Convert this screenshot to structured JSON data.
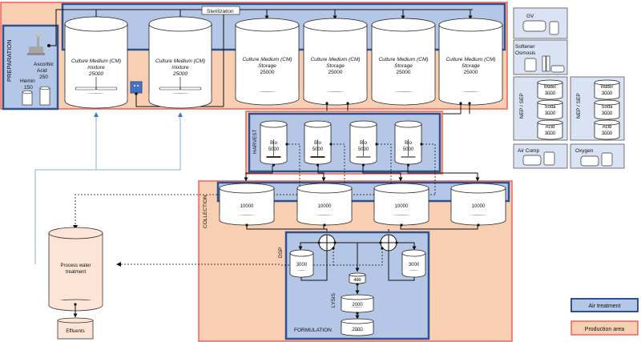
{
  "colors": {
    "production_fill": "#f8cfb2",
    "production_border": "#f0605a",
    "air_fill": "#b4c7e7",
    "air_border": "#2f528f",
    "utility_fill": "#dae3f3",
    "utility_border": "#555555",
    "recycle_line": "#8eaadb"
  },
  "preparation": {
    "title": "PREPARATION",
    "ascorbic_label": "Ascorbic",
    "ascorbic_label2": "Acid",
    "ascorbic_value": "250",
    "hemin_label": "Hemin",
    "hemin_value": "150"
  },
  "sterilization": {
    "label": "Sterilization"
  },
  "mixture_tanks": [
    {
      "line1": "Culture Medium (CM)",
      "line2": "mixture",
      "volume": "25000"
    },
    {
      "line1": "Culture Medium (CM)",
      "line2": "mixture",
      "volume": "25000"
    }
  ],
  "storage_tanks": [
    {
      "line1": "Culture Medium (CM)",
      "line2": "Storage",
      "volume": "25000"
    },
    {
      "line1": "Culture Medium (CM)",
      "line2": "Storage",
      "volume": "25000"
    },
    {
      "line1": "Culture Medium (CM)",
      "line2": "Storage",
      "volume": "25000"
    },
    {
      "line1": "Culture Medium (CM)",
      "line2": "Storage",
      "volume": "25000"
    }
  ],
  "harvest": {
    "title": "HARVEST",
    "bioreactors": [
      {
        "label": "Bio",
        "volume": "5000"
      },
      {
        "label": "Bio",
        "volume": "5000"
      },
      {
        "label": "Bio",
        "volume": "5000"
      },
      {
        "label": "Bio",
        "volume": "5000"
      }
    ]
  },
  "collection": {
    "title": "COLLECTION",
    "tanks": [
      {
        "volume": "10000"
      },
      {
        "volume": "10000"
      },
      {
        "volume": "10000"
      },
      {
        "volume": "10000"
      }
    ]
  },
  "dsp": {
    "title": "DSP",
    "left_tank": "3000",
    "right_tank": "3000",
    "small_tank": "400",
    "lysis_title": "LYSIS",
    "lysis_tank": "2000",
    "formulation_title": "FORMULATION",
    "formulation_tank": "2000"
  },
  "water_treatment": {
    "line1": "Process water",
    "line2": "treatment",
    "effluents": "Effluents"
  },
  "utilities": {
    "gv": "GV",
    "softener1": "Softener",
    "softener2": "Osmosis",
    "nep_sep": [
      {
        "title": "NEP / SEP",
        "tanks": [
          {
            "name": "Water",
            "volume": "3000"
          },
          {
            "name": "Soda",
            "volume": "3000"
          },
          {
            "name": "Acid",
            "volume": "3000"
          }
        ]
      },
      {
        "title": "NEP / SEP",
        "tanks": [
          {
            "name": "Water",
            "volume": "3000"
          },
          {
            "name": "Soda",
            "volume": "3000"
          },
          {
            "name": "Acid",
            "volume": "3000"
          }
        ]
      }
    ],
    "air_comp": "Air Comp",
    "oxygen": "Oxygen"
  },
  "legend": {
    "air_treatment": "Air treatment",
    "production_area": "Production area"
  }
}
